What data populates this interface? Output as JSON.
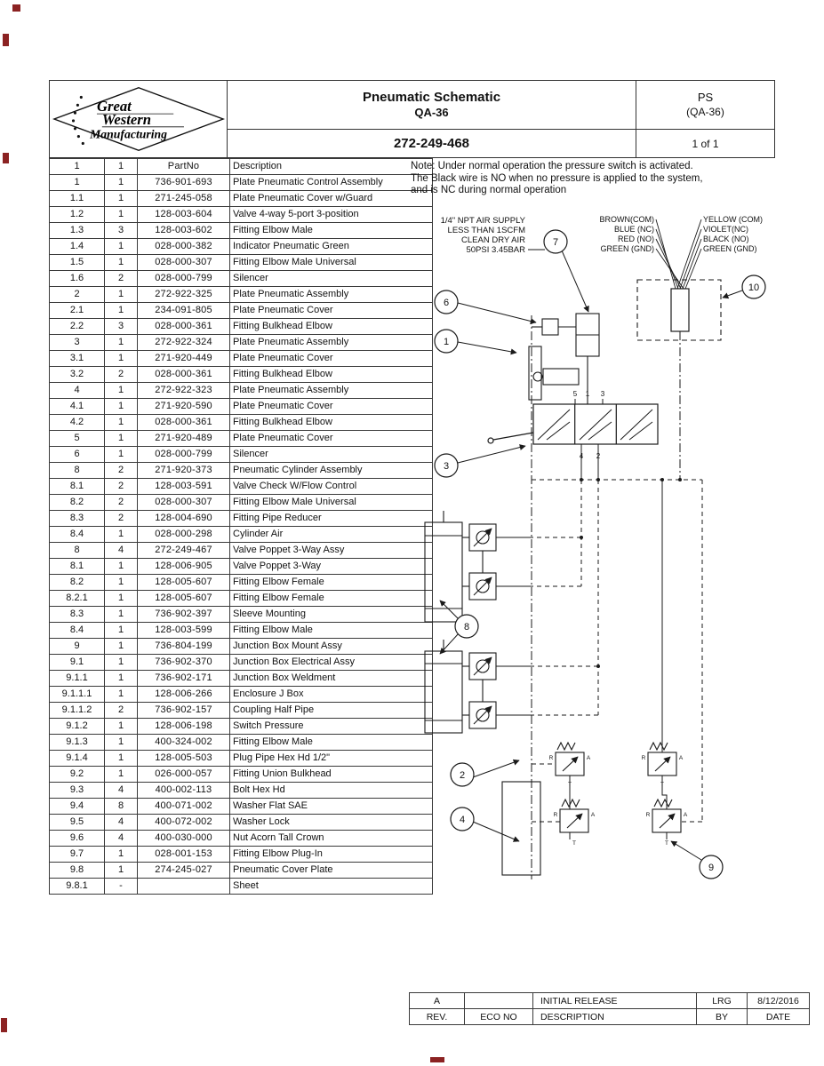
{
  "colors": {
    "ink": "#1a1a1a",
    "artifact_red": "#8b2222",
    "paper": "#ffffff"
  },
  "title_block": {
    "logo": {
      "lines": [
        "Great",
        "Western",
        "Manufacturing"
      ]
    },
    "title_line1": "Pneumatic Schematic",
    "title_line2": "QA-36",
    "drawing_number": "272-249-468",
    "code": "PS",
    "code_sub": "(QA-36)",
    "sheet": "1 of 1"
  },
  "note": "Note: Under normal operation the pressure switch is activated. The Black wire is NO when no pressure is applied to the system, and is NC during normal operation",
  "parts_table": {
    "headers": [
      "1",
      "1",
      "PartNo",
      "Description"
    ],
    "rows": [
      {
        "item": "1",
        "qty": "1",
        "part": "736-901-693",
        "desc": "Plate Pneumatic Control Assembly"
      },
      {
        "item": "1.1",
        "qty": "1",
        "part": "271-245-058",
        "desc": "Plate Pneumatic Cover w/Guard"
      },
      {
        "item": "1.2",
        "qty": "1",
        "part": "128-003-604",
        "desc": "Valve 4-way 5-port 3-position"
      },
      {
        "item": "1.3",
        "qty": "3",
        "part": "128-003-602",
        "desc": "Fitting Elbow Male"
      },
      {
        "item": "1.4",
        "qty": "1",
        "part": "028-000-382",
        "desc": "Indicator Pneumatic Green"
      },
      {
        "item": "1.5",
        "qty": "1",
        "part": "028-000-307",
        "desc": "Fitting Elbow Male Universal"
      },
      {
        "item": "1.6",
        "qty": "2",
        "part": "028-000-799",
        "desc": "Silencer"
      },
      {
        "item": "2",
        "qty": "1",
        "part": "272-922-325",
        "desc": "Plate Pneumatic Assembly"
      },
      {
        "item": "2.1",
        "qty": "1",
        "part": "234-091-805",
        "desc": "Plate Pneumatic Cover"
      },
      {
        "item": "2.2",
        "qty": "3",
        "part": "028-000-361",
        "desc": "Fitting Bulkhead Elbow"
      },
      {
        "item": "3",
        "qty": "1",
        "part": "272-922-324",
        "desc": "Plate Pneumatic Assembly"
      },
      {
        "item": "3.1",
        "qty": "1",
        "part": "271-920-449",
        "desc": "Plate Pneumatic Cover"
      },
      {
        "item": "3.2",
        "qty": "2",
        "part": "028-000-361",
        "desc": "Fitting Bulkhead Elbow"
      },
      {
        "item": "4",
        "qty": "1",
        "part": "272-922-323",
        "desc": "Plate Pneumatic Assembly"
      },
      {
        "item": "4.1",
        "qty": "1",
        "part": "271-920-590",
        "desc": "Plate Pneumatic Cover"
      },
      {
        "item": "4.2",
        "qty": "1",
        "part": "028-000-361",
        "desc": "Fitting Bulkhead Elbow"
      },
      {
        "item": "5",
        "qty": "1",
        "part": "271-920-489",
        "desc": "Plate Pneumatic Cover"
      },
      {
        "item": "6",
        "qty": "1",
        "part": "028-000-799",
        "desc": "Silencer"
      },
      {
        "item": "8",
        "qty": "2",
        "part": "271-920-373",
        "desc": "Pneumatic Cylinder Assembly"
      },
      {
        "item": "8.1",
        "qty": "2",
        "part": "128-003-591",
        "desc": "Valve Check W/Flow Control"
      },
      {
        "item": "8.2",
        "qty": "2",
        "part": "028-000-307",
        "desc": "Fitting Elbow Male Universal"
      },
      {
        "item": "8.3",
        "qty": "2",
        "part": "128-004-690",
        "desc": "Fitting Pipe Reducer"
      },
      {
        "item": "8.4",
        "qty": "1",
        "part": "028-000-298",
        "desc": "Cylinder Air"
      },
      {
        "item": "8",
        "qty": "4",
        "part": "272-249-467",
        "desc": "Valve Poppet 3-Way Assy"
      },
      {
        "item": "8.1",
        "qty": "1",
        "part": "128-006-905",
        "desc": "Valve Poppet 3-Way"
      },
      {
        "item": "8.2",
        "qty": "1",
        "part": "128-005-607",
        "desc": "Fitting Elbow Female"
      },
      {
        "item": "8.2.1",
        "qty": "1",
        "part": "128-005-607",
        "desc": "Fitting Elbow Female"
      },
      {
        "item": "8.3",
        "qty": "1",
        "part": "736-902-397",
        "desc": "Sleeve Mounting"
      },
      {
        "item": "8.4",
        "qty": "1",
        "part": "128-003-599",
        "desc": "Fitting Elbow Male"
      },
      {
        "item": "9",
        "qty": "1",
        "part": "736-804-199",
        "desc": "Junction Box Mount Assy"
      },
      {
        "item": "9.1",
        "qty": "1",
        "part": "736-902-370",
        "desc": "Junction Box Electrical Assy"
      },
      {
        "item": "9.1.1",
        "qty": "1",
        "part": "736-902-171",
        "desc": "Junction Box Weldment"
      },
      {
        "item": "9.1.1.1",
        "qty": "1",
        "part": "128-006-266",
        "desc": "Enclosure J Box"
      },
      {
        "item": "9.1.1.2",
        "qty": "2",
        "part": "736-902-157",
        "desc": "Coupling Half Pipe"
      },
      {
        "item": "9.1.2",
        "qty": "1",
        "part": "128-006-198",
        "desc": "Switch Pressure"
      },
      {
        "item": "9.1.3",
        "qty": "1",
        "part": "400-324-002",
        "desc": "Fitting Elbow Male"
      },
      {
        "item": "9.1.4",
        "qty": "1",
        "part": "128-005-503",
        "desc": "Plug Pipe Hex Hd 1/2\""
      },
      {
        "item": "9.2",
        "qty": "1",
        "part": "026-000-057",
        "desc": "Fitting Union Bulkhead"
      },
      {
        "item": "9.3",
        "qty": "4",
        "part": "400-002-113",
        "desc": "Bolt Hex Hd"
      },
      {
        "item": "9.4",
        "qty": "8",
        "part": "400-071-002",
        "desc": "Washer Flat  SAE"
      },
      {
        "item": "9.5",
        "qty": "4",
        "part": "400-072-002",
        "desc": "Washer Lock"
      },
      {
        "item": "9.6",
        "qty": "4",
        "part": "400-030-000",
        "desc": "Nut Acorn Tall Crown"
      },
      {
        "item": "9.7",
        "qty": "1",
        "part": "028-001-153",
        "desc": "Fitting Elbow Plug-In"
      },
      {
        "item": "9.8",
        "qty": "1",
        "part": "274-245-027",
        "desc": "Pneumatic Cover Plate"
      },
      {
        "item": "9.8.1",
        "qty": "-",
        "part": "",
        "desc": "Sheet"
      }
    ]
  },
  "schematic": {
    "air_supply": [
      "1/4\" NPT AIR SUPPLY",
      "LESS THAN 1SCFM",
      "CLEAN DRY AIR",
      "50PSI  3.45BAR"
    ],
    "wires_left": [
      "BROWN(COM)",
      "BLUE (NC)",
      "RED (NO)",
      "GREEN (GND)"
    ],
    "wires_right": [
      "YELLOW (COM)",
      "VIOLET(NC)",
      "BLACK (NO)",
      "GREEN (GND)"
    ],
    "valve_ports_top": [
      "5",
      "1",
      "3"
    ],
    "valve_ports_bottom": [
      "4",
      "2"
    ],
    "poppet_port_left": "R",
    "poppet_port_right": "A",
    "poppet_port_bottom": "T",
    "balloons": {
      "1": "1",
      "2": "2",
      "3": "3",
      "4": "4",
      "6": "6",
      "7": "7",
      "8": "8",
      "9": "9",
      "10": "10"
    }
  },
  "revision": {
    "rows": [
      [
        "A",
        "",
        "INITIAL RELEASE",
        "LRG",
        "8/12/2016"
      ],
      [
        "REV.",
        "ECO NO",
        "DESCRIPTION",
        "BY",
        "DATE"
      ]
    ]
  }
}
